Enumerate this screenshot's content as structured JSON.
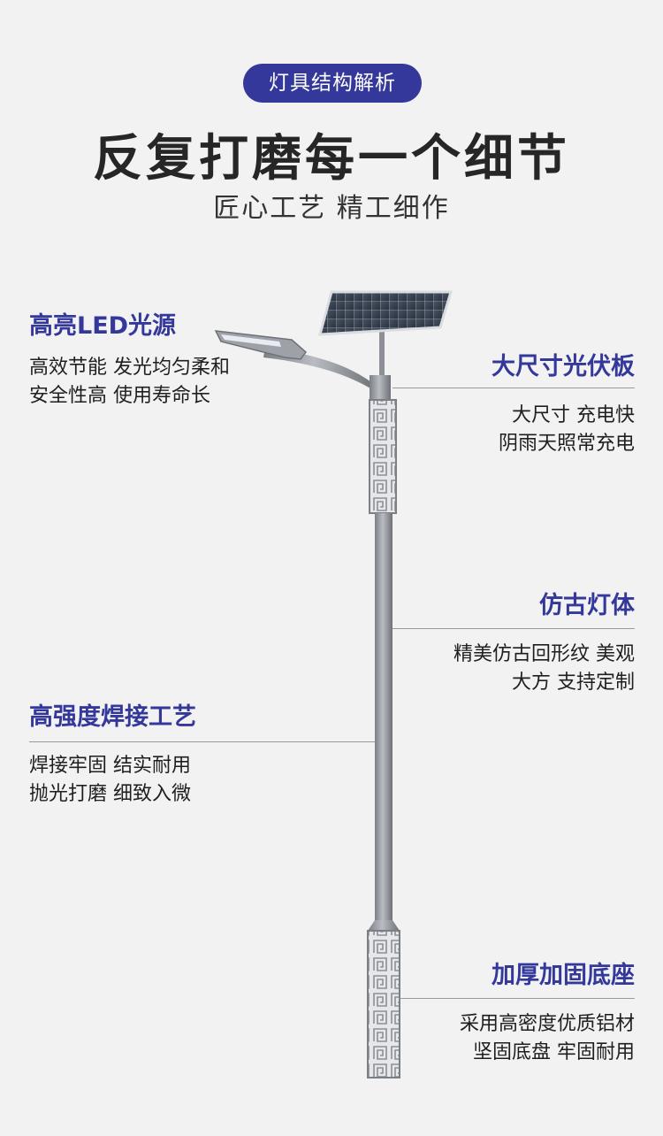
{
  "header": {
    "badge": "灯具结构解析",
    "title": "反复打磨每一个细节",
    "subtitle": "匠心工艺 精工细作"
  },
  "features": {
    "led": {
      "title": "高亮LED光源",
      "lines": [
        "高效节能 发光均匀柔和",
        "安全性高 使用寿命长"
      ]
    },
    "panel": {
      "title": "大尺寸光伏板",
      "lines": [
        "大尺寸 充电快",
        "阴雨天照常充电"
      ]
    },
    "lamp_body": {
      "title": "仿古灯体",
      "lines": [
        "精美仿古回形纹 美观",
        "大方 支持定制"
      ]
    },
    "welding": {
      "title": "高强度焊接工艺",
      "lines": [
        "焊接牢固 结实耐用",
        "抛光打磨 细致入微"
      ]
    },
    "base": {
      "title": "加厚加固底座",
      "lines": [
        "采用高密度优质铝材",
        "坚固底盘 牢固耐用"
      ]
    }
  },
  "colors": {
    "accent": "#34389a",
    "background": "#f2f2f2",
    "text": "#1f1f1f"
  }
}
